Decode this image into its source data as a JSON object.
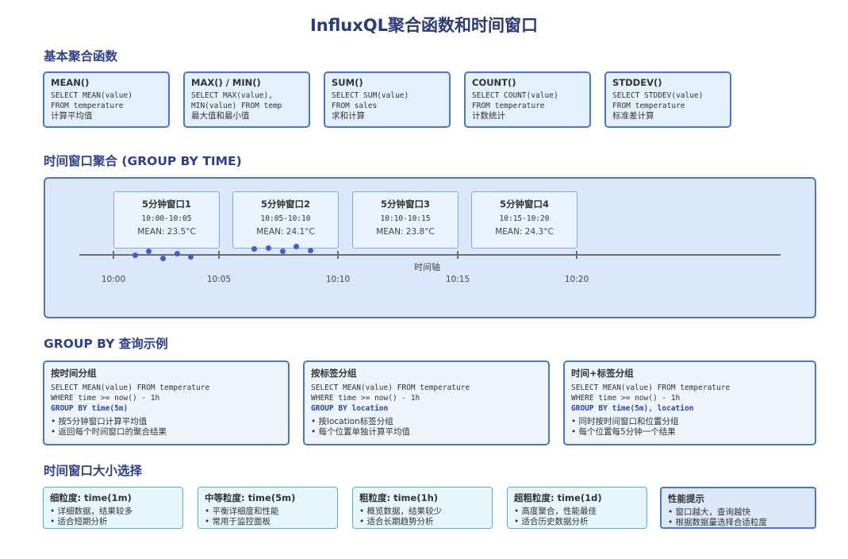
{
  "title": "InfluxQL聚合函数和时间窗口",
  "sections": {
    "basic": "基本聚合函数",
    "time_window": "时间窗口聚合 (GROUP BY TIME)",
    "group_by": "GROUP BY 查询示例",
    "size": "时间窗口大小选择"
  },
  "functions": [
    {
      "name": "MEAN()",
      "code": [
        "SELECT MEAN(value)",
        "FROM temperature"
      ],
      "desc": "计算平均值"
    },
    {
      "name": "MAX() / MIN()",
      "code": [
        "SELECT MAX(value),",
        "MIN(value) FROM temp"
      ],
      "desc": "最大值和最小值"
    },
    {
      "name": "SUM()",
      "code": [
        "SELECT SUM(value)",
        "FROM sales"
      ],
      "desc": "求和计算"
    },
    {
      "name": "COUNT()",
      "code": [
        "SELECT COUNT(value)",
        "FROM temperature"
      ],
      "desc": "计数统计"
    },
    {
      "name": "STDDEV()",
      "code": [
        "SELECT STDDEV(value)",
        "FROM temperature"
      ],
      "desc": "标准差计算"
    }
  ],
  "windows": [
    {
      "title": "5分钟窗口1",
      "range": "10:00-10:05",
      "mean": "MEAN: 23.5°C"
    },
    {
      "title": "5分钟窗口2",
      "range": "10:05-10:10",
      "mean": "MEAN: 24.1°C"
    },
    {
      "title": "5分钟窗口3",
      "range": "10:10-10:15",
      "mean": "MEAN: 23.8°C"
    },
    {
      "title": "5分钟窗口4",
      "range": "10:15-10:20",
      "mean": "MEAN: 24.3°C"
    }
  ],
  "axis": {
    "caption": "时间轴",
    "ticks": [
      "10:00",
      "10:05",
      "10:10",
      "10:15",
      "10:20"
    ]
  },
  "examples": [
    {
      "title": "按时间分组",
      "code": [
        "SELECT MEAN(value) FROM temperature",
        "WHERE time >= now() - 1h"
      ],
      "highlight": "GROUP BY time(5m)",
      "bullets": [
        "• 按5分钟窗口计算平均值",
        "• 返回每个时间窗口的聚合结果"
      ]
    },
    {
      "title": "按标签分组",
      "code": [
        "SELECT MEAN(value) FROM temperature",
        "WHERE time >= now() - 1h"
      ],
      "highlight": "GROUP BY location",
      "bullets": [
        "• 按location标签分组",
        "• 每个位置单独计算平均值"
      ]
    },
    {
      "title": "时间+标签分组",
      "code": [
        "SELECT MEAN(value) FROM temperature",
        "WHERE time >= now() - 1h"
      ],
      "highlight": "GROUP BY time(5m), location",
      "bullets": [
        "• 同时按时间窗口和位置分组",
        "• 每个位置每5分钟一个结果"
      ]
    }
  ],
  "sizes": [
    {
      "title": "细粒度: time(1m)",
      "bullets": [
        "• 详细数据，结果较多",
        "• 适合短期分析"
      ]
    },
    {
      "title": "中等粒度: time(5m)",
      "bullets": [
        "• 平衡详细度和性能",
        "• 常用于监控面板"
      ]
    },
    {
      "title": "粗粒度: time(1h)",
      "bullets": [
        "• 概览数据，结果较少",
        "• 适合长期趋势分析"
      ]
    },
    {
      "title": "超粗粒度: time(1d)",
      "bullets": [
        "• 高度聚合，性能最佳",
        "• 适合历史数据分析"
      ]
    },
    {
      "title": "性能提示",
      "bullets": [
        "• 窗口越大，查询越快",
        "• 根据数据量选择合适粒度"
      ]
    }
  ]
}
